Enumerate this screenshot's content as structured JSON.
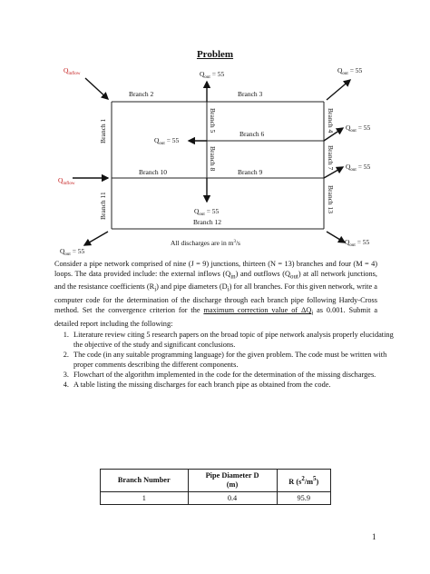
{
  "title": "Problem",
  "diagram": {
    "labels": {
      "q_in_top_left": "Q",
      "q_in_top_left_sub": "inflow",
      "q_in_left": "Q",
      "q_in_left_sub": "inflow",
      "q_out": "Q",
      "q_out_sub": "out",
      "q_out_value": " = 55"
    },
    "branches": {
      "b1": "Branch 1",
      "b2": "Branch 2",
      "b3": "Branch 3",
      "b4": "Branch 4",
      "b5": "Branch 5",
      "b6": "Branch 6",
      "b7": "Branch 7",
      "b8": "Branch 8",
      "b9": "Branch 9",
      "b10": "Branch 10",
      "b11": "Branch 11",
      "b12": "Branch 12",
      "b13": "Branch 13"
    },
    "units_note": "All discharges are in m",
    "units_sup": "3",
    "units_suffix": "/s"
  },
  "paragraph": {
    "p1": "Consider a pipe network comprised of nine (J = 9) junctions, thirteen (N = 13) branches and four (M = 4) loops. The data provided include: the external inflows (Q",
    "p1_sub": "in",
    "p2": ") and outflows (Q",
    "p2_sub": "out",
    "p3": ") at all network junctions, and the resistance coefficients (R",
    "p3_sub": "i",
    "p4": ") and pipe diameters (D",
    "p4_sub": "i",
    "p5": ") for all branches. For this given network, write a computer code for the determination of the discharge through each branch pipe following Hardy-Cross method. Set the convergence criterion for the ",
    "p6_underlined": "maximum correction value of ΔQ",
    "p6_sub": "i",
    "p7": " as 0.001. Submit a detailed report including the following:"
  },
  "requirements": [
    "Literature review citing 5 research papers on the broad topic of pipe network analysis properly elucidating the objective of the study and significant conclusions.",
    "The code (in any suitable programming language) for the given problem. The code must be written with proper comments describing the different components.",
    "Flowchart of the algorithm implemented in the code for the determination of the missing discharges.",
    "A table listing the missing discharges for each branch pipe as obtained from the code."
  ],
  "table": {
    "headers": [
      "Branch Number",
      "Pipe Diameter D",
      "R (s",
      "2",
      "/m",
      "5",
      ")"
    ],
    "header_d_unit": "(m)",
    "rows": [
      [
        "1",
        "0.4",
        "95.9"
      ]
    ]
  },
  "page_number": "1"
}
